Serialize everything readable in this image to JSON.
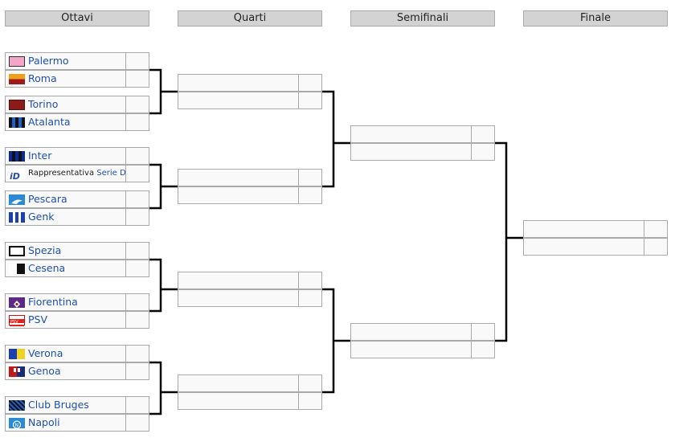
{
  "rounds": [
    "Ottavi",
    "Quarti",
    "Semifinali",
    "Finale"
  ],
  "teams": [
    {
      "name": "Palermo",
      "icon": "palermo-flag-icon"
    },
    {
      "name": "Roma",
      "icon": "roma-flag-icon"
    },
    {
      "name": "Torino",
      "icon": "torino-flag-icon"
    },
    {
      "name": "Atalanta",
      "icon": "atalanta-flag-icon"
    },
    {
      "name": "Inter",
      "icon": "inter-flag-icon"
    },
    {
      "name": "Rappresentativa",
      "name_link": "Serie D",
      "icon": "serie-d-logo-icon"
    },
    {
      "name": "Pescara",
      "icon": "pescara-flag-icon"
    },
    {
      "name": "Genk",
      "icon": "genk-flag-icon"
    },
    {
      "name": "Spezia",
      "icon": "spezia-flag-icon"
    },
    {
      "name": "Cesena",
      "icon": "cesena-flag-icon"
    },
    {
      "name": "Fiorentina",
      "icon": "fiorentina-flag-icon"
    },
    {
      "name": "PSV",
      "icon": "psv-flag-icon"
    },
    {
      "name": "Verona",
      "icon": "verona-flag-icon"
    },
    {
      "name": "Genoa",
      "icon": "genoa-flag-icon"
    },
    {
      "name": "Club Bruges",
      "icon": "club-bruges-flag-icon"
    },
    {
      "name": "Napoli",
      "icon": "napoli-flag-icon"
    }
  ]
}
